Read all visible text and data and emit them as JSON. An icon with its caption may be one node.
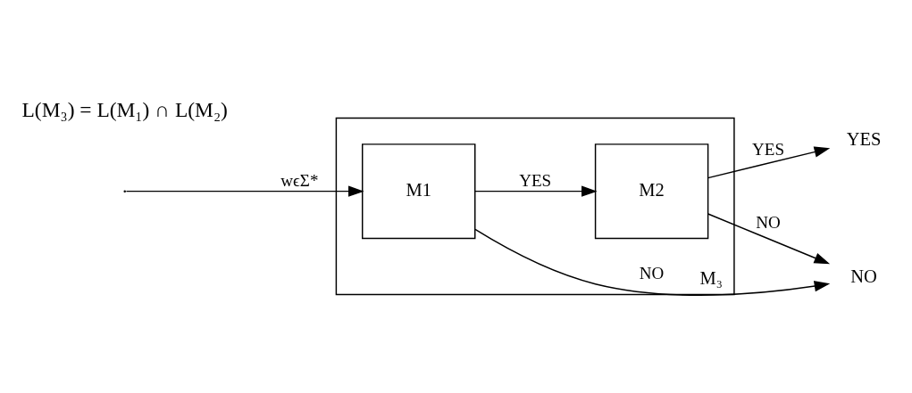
{
  "diagram": {
    "nodes": [
      {
        "text": [
          "M₃"
        ]
      },
      {
        "text": [
          "M1"
        ],
        "in": 0
      },
      {
        "text": [
          "M2"
        ],
        "in": 0
      },
      {
        "text": [
          "NO"
        ]
      },
      {
        "text": [
          "YES"
        ]
      }
    ],
    "edges": [
      {
        "from": null,
        "to": 1,
        "arrow": "to",
        "label": "wϵΣ*"
      },
      {
        "from": 1,
        "to": 3,
        "arrow": "to",
        "label": "NO"
      },
      {
        "from": 1,
        "to": 2,
        "arrow": "to",
        "label": "YES"
      },
      {
        "from": 2,
        "to": 4,
        "arrow": "to",
        "label": "YES"
      },
      {
        "from": 2,
        "to": 3,
        "arrow": "to",
        "label": "NO"
      }
    ],
    "labels": [
      "L(M₃) = L(M₁) ∩ L(M₂)"
    ]
  }
}
